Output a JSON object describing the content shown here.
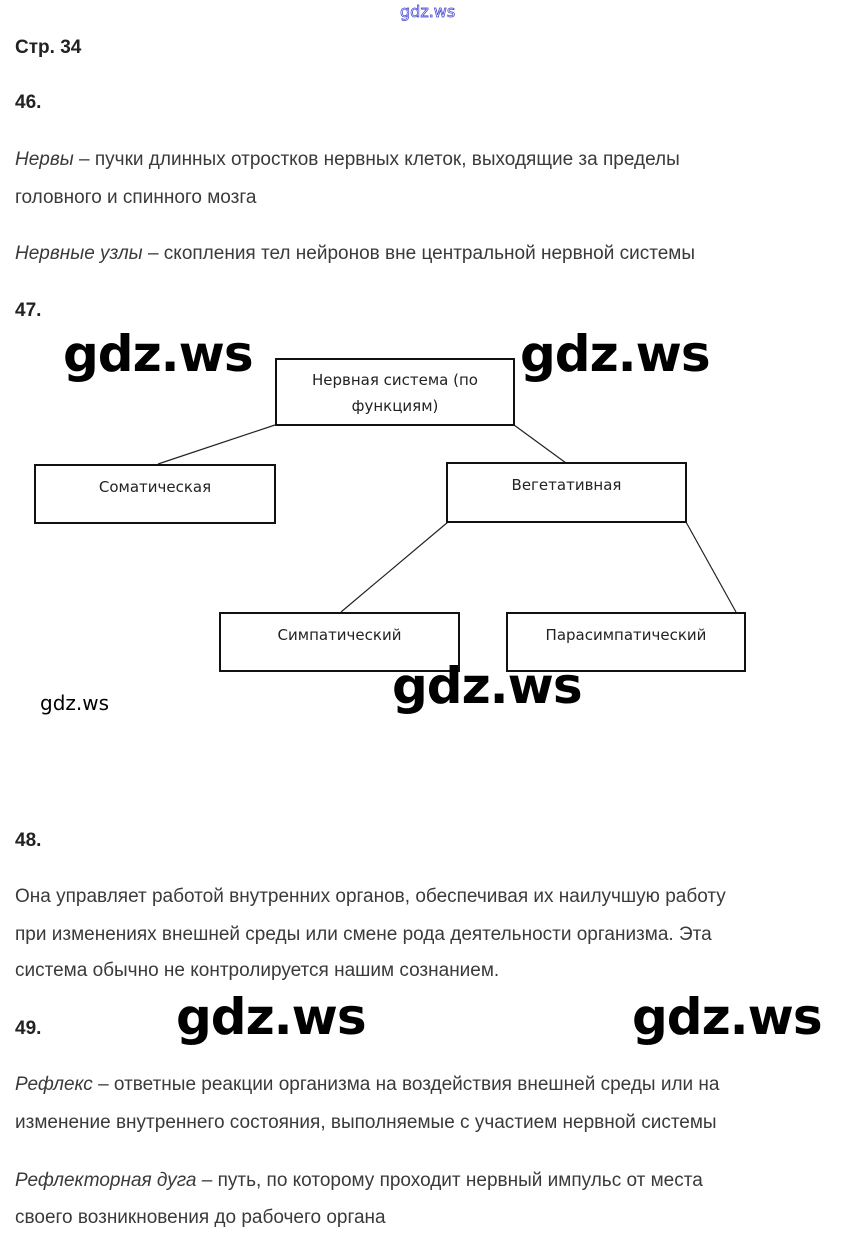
{
  "watermark": "gdz.ws",
  "page_label": "Стр. 34",
  "q46": {
    "number": "46.",
    "term1": "Нервы",
    "def1_line1": " – пучки длинных отростков нервных клеток, выходящие за пределы",
    "def1_line2": "головного и спинного мозга",
    "term2": "Нервные узлы",
    "def2": " – скопления тел нейронов вне центральной нервной системы"
  },
  "q47": {
    "number": "47.",
    "diagram": {
      "root_line1": "Нервная система (по",
      "root_line2": "функциям)",
      "somatic": "Соматическая",
      "vegetative": "Вегетативная",
      "sympathetic": "Симпатический",
      "parasympathetic": "Парасимпатический"
    }
  },
  "q48": {
    "number": "48.",
    "lines": [
      "Она управляет работой внутренних органов, обеспечивая их наилучшую работу",
      "при изменениях внешней среды или смене рода деятельности организма. Эта",
      "система обычно не контролируется нашим сознанием."
    ]
  },
  "q49": {
    "number": "49.",
    "term1": "Рефлекс",
    "def1_line1": " – ответные реакции организма на воздействия внешней среды или на",
    "def1_line2": "изменение внутреннего состояния, выполняемые с участием нервной системы",
    "term2": "Рефлекторная дуга",
    "def2_line1": " – путь, по которому проходит нервный импульс от места",
    "def2_line2": "своего возникновения до рабочего органа"
  }
}
